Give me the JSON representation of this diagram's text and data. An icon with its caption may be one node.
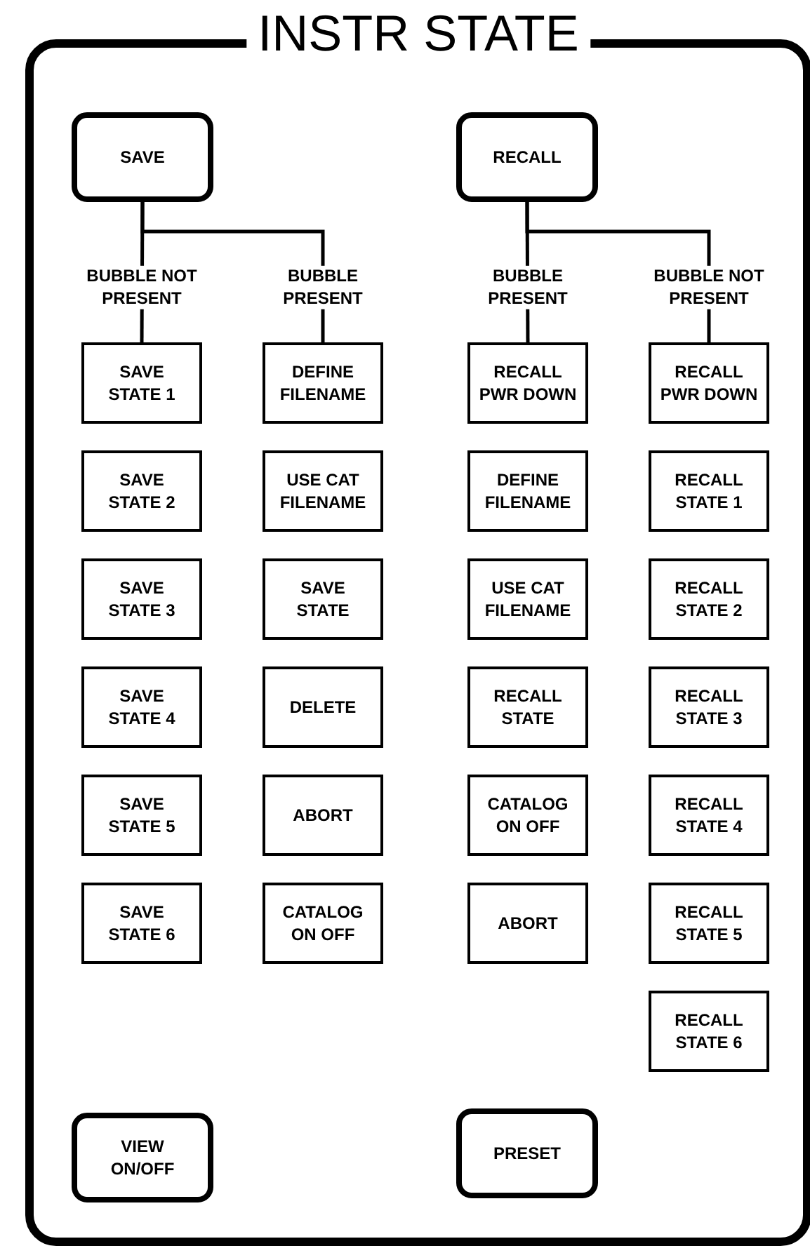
{
  "diagram": {
    "title": "INSTR STATE",
    "nodes": [
      {
        "text": [],
        "shape": "box"
      },
      {
        "text": [
          "SAVE"
        ],
        "in": 0
      },
      {
        "text": [
          "RECALL"
        ],
        "in": 0
      },
      {
        "text": [
          "SAVE STATE 1"
        ],
        "in": 0
      },
      {
        "text": [
          "SAVE STATE 2"
        ],
        "in": 0
      },
      {
        "text": [
          "SAVE STATE 3"
        ],
        "in": 0
      },
      {
        "text": [
          "SAVE STATE 4"
        ],
        "in": 0
      },
      {
        "text": [
          "SAVE STATE 5"
        ],
        "in": 0
      },
      {
        "text": [
          "SAVE STATE 6"
        ],
        "in": 0
      },
      {
        "text": [
          "DEFINE FILENAME"
        ],
        "in": 0
      },
      {
        "text": [
          "USE CAT FILENAME"
        ],
        "in": 0
      },
      {
        "text": [
          "SAVE STATE"
        ],
        "in": 0
      },
      {
        "text": [
          "DELETE"
        ],
        "in": 0
      },
      {
        "text": [
          "ABORT"
        ],
        "in": 0
      },
      {
        "text": [
          "CATALOG ON OFF"
        ],
        "in": 0
      },
      {
        "text": [
          "RECALL PWR DOWN"
        ],
        "in": 0
      },
      {
        "text": [
          "DEFINE FILENAME"
        ],
        "in": 0
      },
      {
        "text": [
          "USE CAT FILENAME"
        ],
        "in": 0
      },
      {
        "text": [
          "RECALL STATE"
        ],
        "in": 0
      },
      {
        "text": [
          "CATALOG ON OFF"
        ],
        "in": 0
      },
      {
        "text": [
          "ABORT"
        ],
        "in": 0
      },
      {
        "text": [
          "RECALL PWR DOWN"
        ],
        "in": 0
      },
      {
        "text": [
          "RECALL STATE 1"
        ],
        "in": 0
      },
      {
        "text": [
          "RECALL STATE 2"
        ],
        "in": 0
      },
      {
        "text": [
          "RECALL STATE 3"
        ],
        "in": 0
      },
      {
        "text": [
          "RECALL STATE 4"
        ],
        "in": 0
      },
      {
        "text": [
          "RECALL STATE 5"
        ],
        "in": 0
      },
      {
        "text": [
          "RECALL STATE 6"
        ],
        "in": 0
      },
      {
        "text": [
          "VIEW ON/OFF"
        ],
        "in": 0
      },
      {
        "text": [
          "PRESET"
        ],
        "in": 0
      }
    ],
    "edges": [
      {
        "from": 1,
        "to": 3,
        "arrow": "none",
        "label": "BUBBLE NOT PRESENT"
      },
      {
        "from": 1,
        "to": 9,
        "arrow": "none",
        "label": "BUBBLE PRESENT"
      },
      {
        "from": 2,
        "to": 15,
        "arrow": "none",
        "label": "BUBBLE PRESENT"
      },
      {
        "from": 2,
        "to": 21,
        "arrow": "none",
        "label": "BUBBLE NOT PRESENT"
      }
    ]
  }
}
